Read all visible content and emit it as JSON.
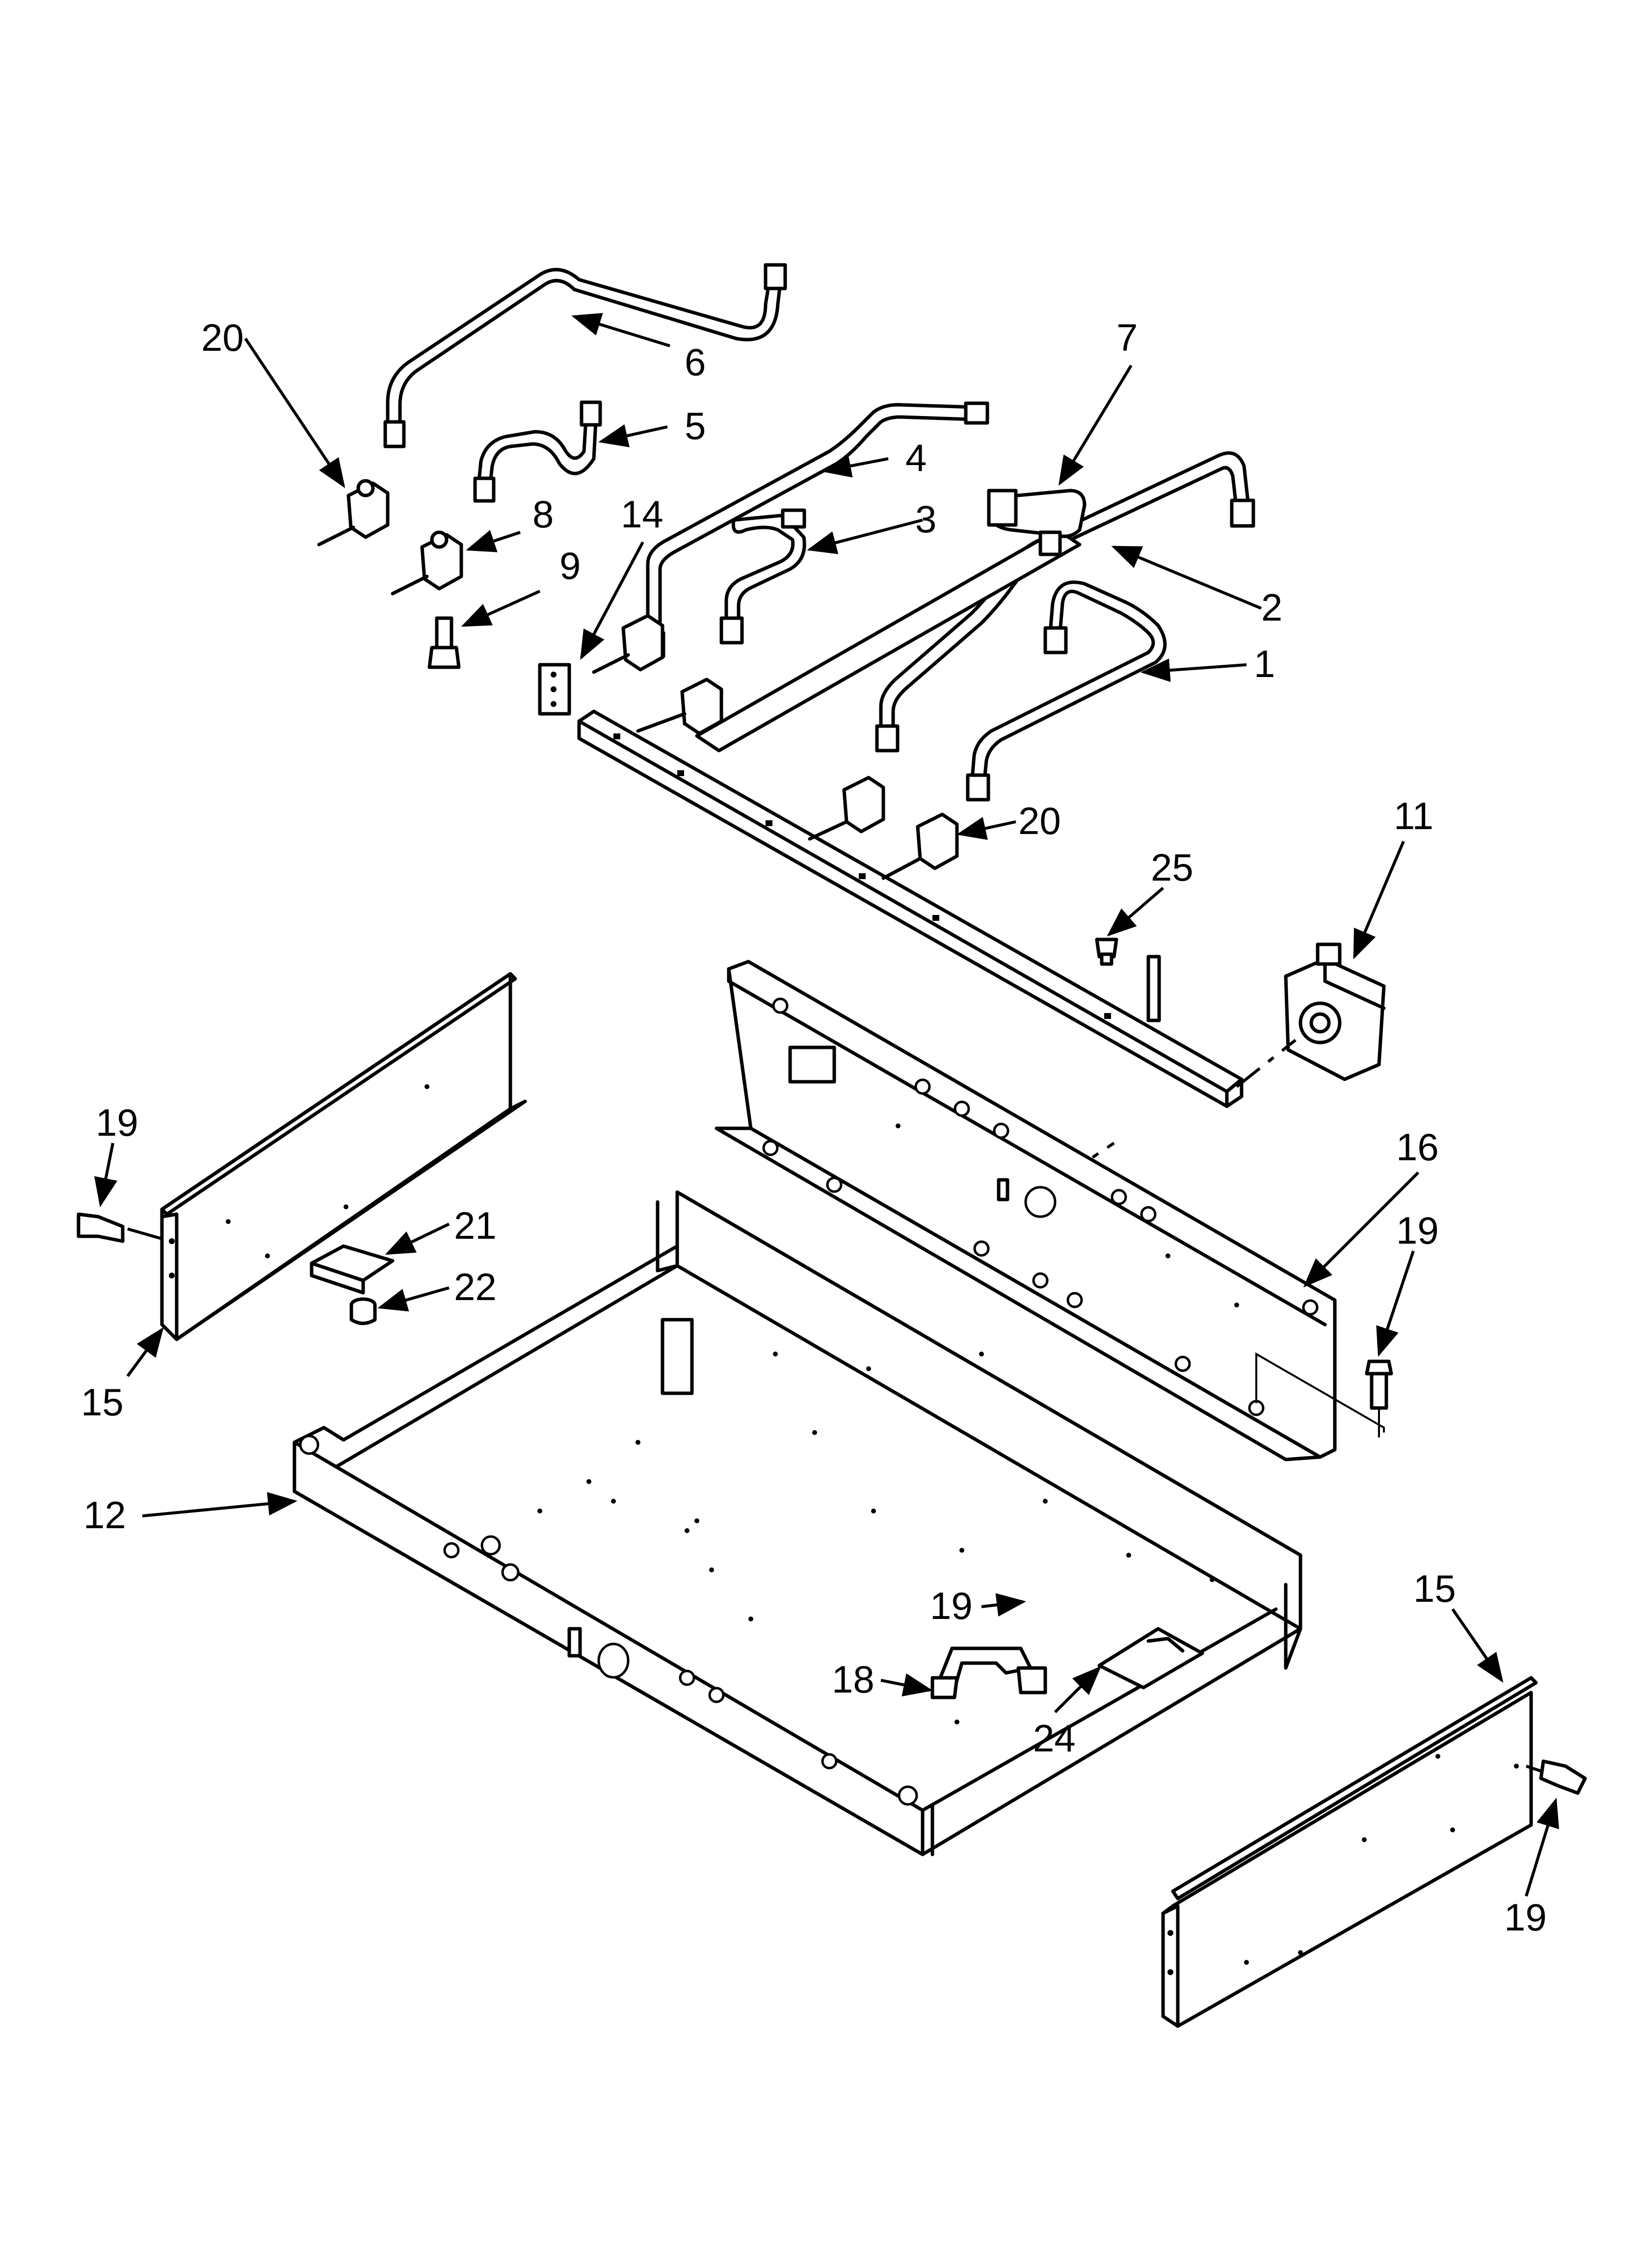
{
  "callouts": [
    {
      "id": "c1",
      "label": "1"
    },
    {
      "id": "c2",
      "label": "2"
    },
    {
      "id": "c3",
      "label": "3"
    },
    {
      "id": "c4",
      "label": "4"
    },
    {
      "id": "c5",
      "label": "5"
    },
    {
      "id": "c6",
      "label": "6"
    },
    {
      "id": "c7",
      "label": "7"
    },
    {
      "id": "c8",
      "label": "8"
    },
    {
      "id": "c9",
      "label": "9"
    },
    {
      "id": "c11",
      "label": "11"
    },
    {
      "id": "c12",
      "label": "12"
    },
    {
      "id": "c14",
      "label": "14"
    },
    {
      "id": "c15a",
      "label": "15"
    },
    {
      "id": "c15b",
      "label": "15"
    },
    {
      "id": "c16",
      "label": "16"
    },
    {
      "id": "c18",
      "label": "18"
    },
    {
      "id": "c19a",
      "label": "19"
    },
    {
      "id": "c19b",
      "label": "19"
    },
    {
      "id": "c19c",
      "label": "19"
    },
    {
      "id": "c19d",
      "label": "19"
    },
    {
      "id": "c20a",
      "label": "20"
    },
    {
      "id": "c20b",
      "label": "20"
    },
    {
      "id": "c21",
      "label": "21"
    },
    {
      "id": "c22",
      "label": "22"
    },
    {
      "id": "c24",
      "label": "24"
    },
    {
      "id": "c25",
      "label": "25"
    }
  ]
}
